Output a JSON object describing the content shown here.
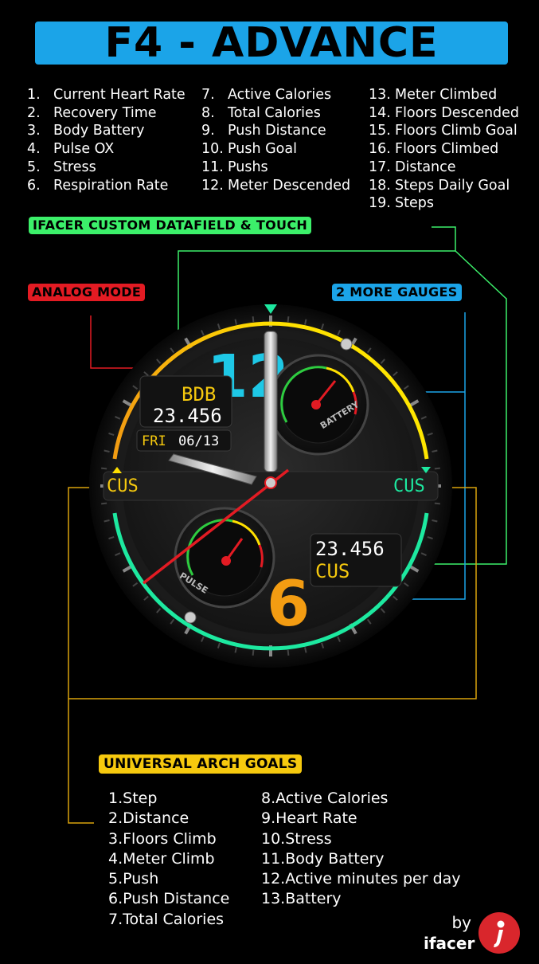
{
  "title": "F4 - ADVANCE",
  "datafields": [
    {
      "num": "1.",
      "label": "Current Heart Rate"
    },
    {
      "num": "2.",
      "label": "Recovery Time"
    },
    {
      "num": "3.",
      "label": "Body Battery"
    },
    {
      "num": "4.",
      "label": "Pulse OX"
    },
    {
      "num": "5.",
      "label": "Stress"
    },
    {
      "num": "6.",
      "label": "Respiration Rate"
    },
    {
      "num": "7.",
      "label": "Active Calories"
    },
    {
      "num": "8.",
      "label": "Total Calories"
    },
    {
      "num": "9.",
      "label": "Push Distance"
    },
    {
      "num": "10.",
      "label": "Push Goal"
    },
    {
      "num": "11.",
      "label": "Pushs"
    },
    {
      "num": "12.",
      "label": "Meter Descended"
    },
    {
      "num": "13.",
      "label": "Meter Climbed"
    },
    {
      "num": "14.",
      "label": "Floors Descended"
    },
    {
      "num": "15.",
      "label": "Floors Climb Goal"
    },
    {
      "num": "16.",
      "label": "Floors Climbed"
    },
    {
      "num": "17.",
      "label": "Distance"
    },
    {
      "num": "18.",
      "label": "Steps Daily Goal"
    },
    {
      "num": "19.",
      "label": "Steps"
    }
  ],
  "tags": {
    "custom_datafield": "IFACER CUSTOM DATAFIELD & TOUCH",
    "analog_mode": "ANALOG MODE",
    "more_gauges": "2 MORE GAUGES",
    "universal_goals": "UNIVERSAL ARCH GOALS"
  },
  "watch": {
    "hour_top": "12",
    "hour_bottom": "6",
    "top_label": "BDB",
    "top_value": "23.456",
    "day": "FRI",
    "date": "06/13",
    "left_cus": "CUS",
    "right_cus": "CUS",
    "bottom_value": "23.456",
    "bottom_label": "CUS",
    "gauge_top_label": "BATTERY",
    "gauge_bottom_label": "PULSE"
  },
  "goals": [
    "1.Step",
    "2.Distance",
    "3.Floors Climb",
    "4.Meter Climb",
    "5.Push",
    "6.Push Distance",
    "7.Total Calories",
    "8.Active Calories",
    "9.Heart Rate",
    "10.Stress",
    "11.Body Battery",
    "12.Active minutes per day",
    "13.Battery"
  ],
  "byline": {
    "by": "by",
    "name": "ifacer"
  },
  "colors": {
    "accent_blue": "#1ba4e8",
    "accent_green": "#3cf06a",
    "accent_red": "#e31b23",
    "accent_yellow": "#f6c90e",
    "accent_orange": "#f39c12",
    "cyan": "#1ec8e6"
  }
}
